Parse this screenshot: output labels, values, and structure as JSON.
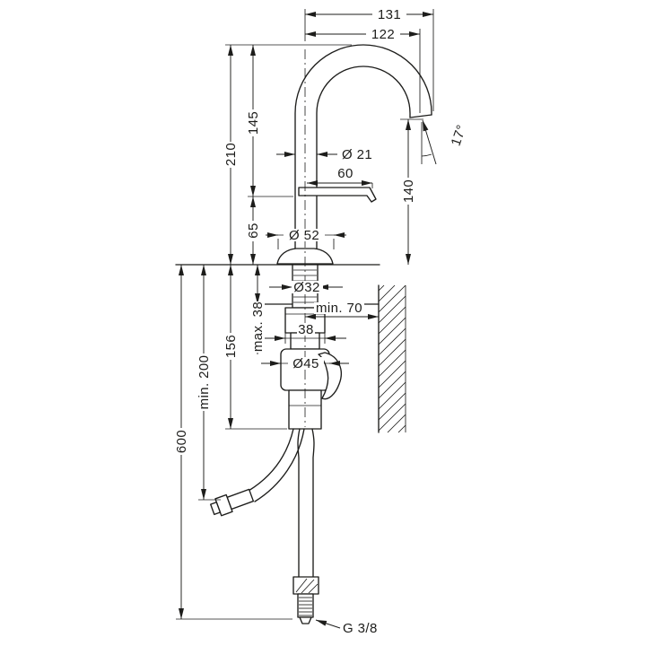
{
  "drawing": {
    "type": "faucet-installation-technical-drawing",
    "background": "#ffffff",
    "line_color": "#1d1d1b",
    "labels": {
      "dim_131": "131",
      "dim_122": "122",
      "dim_145": "145",
      "dim_210": "210",
      "dim_o21": "Ø 21",
      "dim_60": "60",
      "dim_140": "140",
      "dim_17deg": "17°",
      "dim_65": "65",
      "dim_o52": "Ø 52",
      "dim_o32": "Ø32",
      "dim_max38": "max. 38",
      "dim_min70": "min. 70",
      "dim_38": "38",
      "dim_o45": "Ø45",
      "dim_156": "156",
      "dim_min200": "min. 200",
      "dim_600": "600",
      "dim_g38": "G 3/8"
    }
  }
}
